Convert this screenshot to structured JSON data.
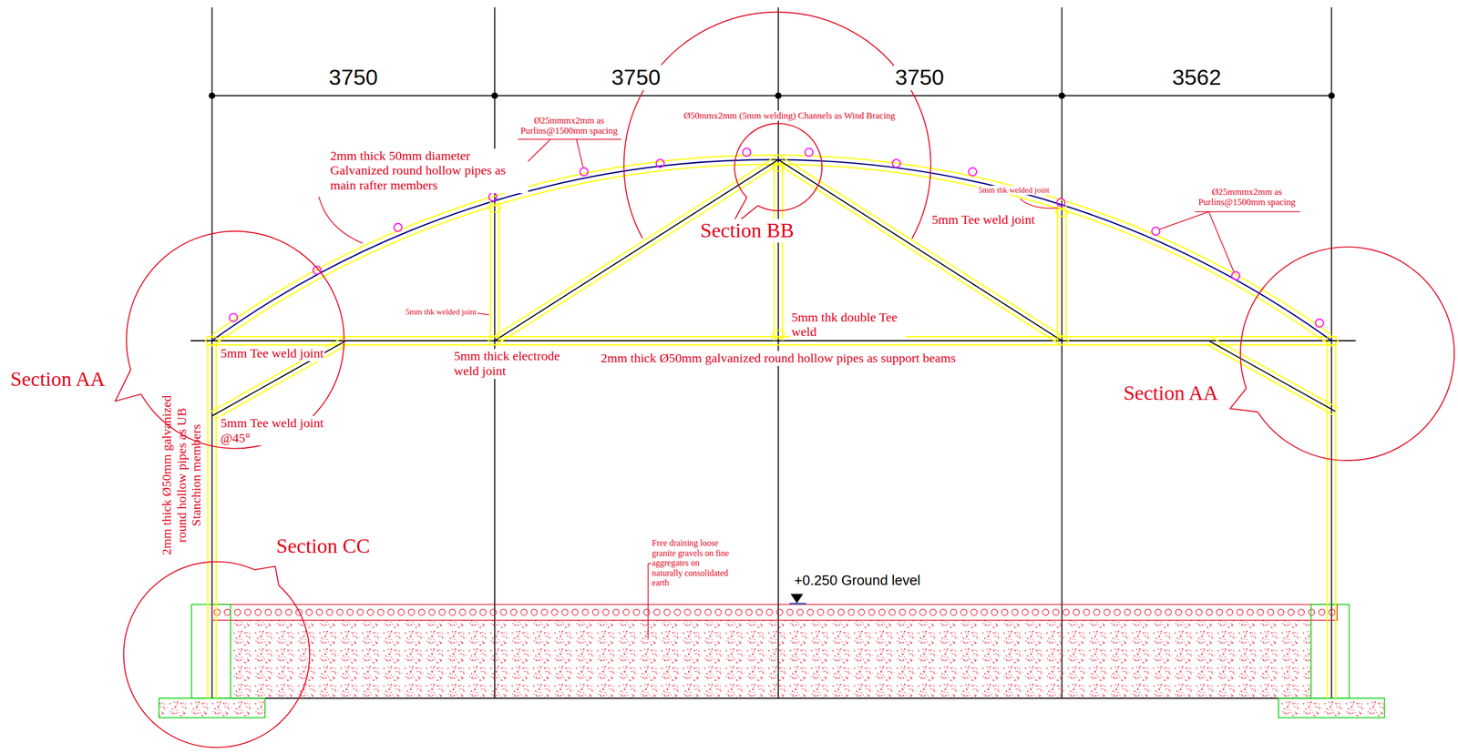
{
  "diagram": {
    "labels": [
      "3750",
      "3750",
      "3750",
      "3562",
      "Ø25mmmx2mm as Purlins@1500mm spacing",
      "Ø50mmx2mm (5mm welding) Channels as Wind Bracing",
      "2mm thick 50mm diameter Galvanized round hollow pipes as main rafter members",
      "5mm thk welded joint",
      "Ø25mmmx2mm as Purlins@1500mm spacing",
      "Section BB",
      "5mm Tee weld joint",
      "5mm thk welded joint",
      "5mm thk double Tee weld",
      "Section AA",
      "Section AA",
      "5mm Tee weld joint",
      "5mm thick electrode weld joint",
      "2mm thick Ø50mm galvanized round hollow pipes as support beams",
      "5mm Tee weld joint @45°",
      "2mm thick Ø50mm galvanized round hollow pipes as UB Stanchion members",
      "Section CC",
      "Free draining loose granite gravels on fine aggregates on naturally consolidated earth",
      "+0.250 Ground level"
    ]
  }
}
